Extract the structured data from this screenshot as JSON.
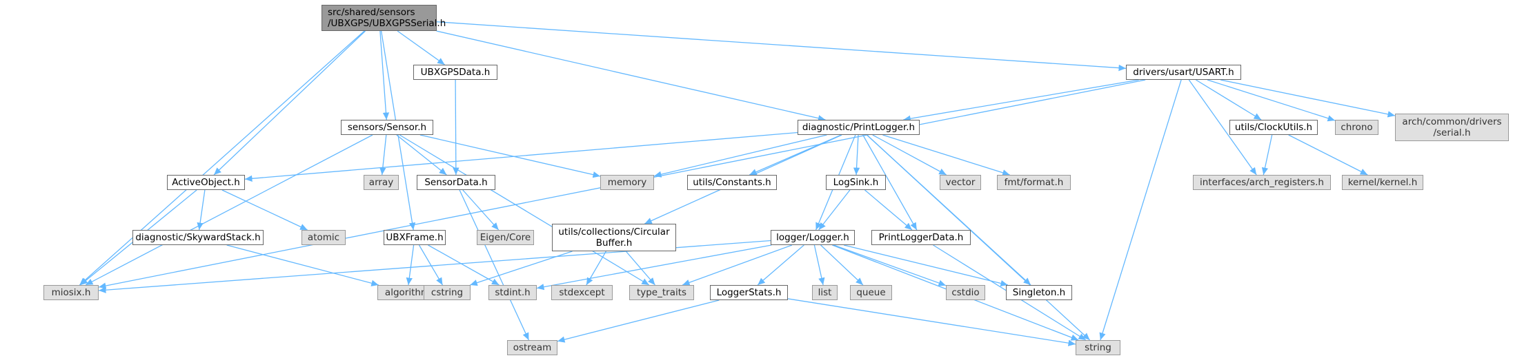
{
  "diagram": {
    "edge_color": "#63b8ff",
    "node_border": "#666666",
    "root_fill": "#999999",
    "external_fill": "#e0e0e0",
    "nodes": [
      {
        "id": "root",
        "lines": [
          "src/shared/sensors",
          "/UBXGPS/UBXGPSSerial.h"
        ],
        "kind": "root"
      },
      {
        "id": "ubxgpsdata",
        "lines": [
          "UBXGPSData.h"
        ],
        "kind": "file"
      },
      {
        "id": "usart",
        "lines": [
          "drivers/usart/USART.h"
        ],
        "kind": "file"
      },
      {
        "id": "sensor",
        "lines": [
          "sensors/Sensor.h"
        ],
        "kind": "file"
      },
      {
        "id": "printlogger",
        "lines": [
          "diagnostic/PrintLogger.h"
        ],
        "kind": "file"
      },
      {
        "id": "clockutils",
        "lines": [
          "utils/ClockUtils.h"
        ],
        "kind": "file"
      },
      {
        "id": "chrono",
        "lines": [
          "chrono"
        ],
        "kind": "external"
      },
      {
        "id": "archserial",
        "lines": [
          "arch/common/drivers",
          "/serial.h"
        ],
        "kind": "external"
      },
      {
        "id": "activeobject",
        "lines": [
          "ActiveObject.h"
        ],
        "kind": "file"
      },
      {
        "id": "array",
        "lines": [
          "array"
        ],
        "kind": "external"
      },
      {
        "id": "sensordata",
        "lines": [
          "SensorData.h"
        ],
        "kind": "file"
      },
      {
        "id": "memory",
        "lines": [
          "memory"
        ],
        "kind": "external"
      },
      {
        "id": "constants",
        "lines": [
          "utils/Constants.h"
        ],
        "kind": "file"
      },
      {
        "id": "logsink",
        "lines": [
          "LogSink.h"
        ],
        "kind": "file"
      },
      {
        "id": "vector",
        "lines": [
          "vector"
        ],
        "kind": "external"
      },
      {
        "id": "fmtformat",
        "lines": [
          "fmt/format.h"
        ],
        "kind": "external"
      },
      {
        "id": "archregs",
        "lines": [
          "interfaces/arch_registers.h"
        ],
        "kind": "external"
      },
      {
        "id": "kernel",
        "lines": [
          "kernel/kernel.h"
        ],
        "kind": "external"
      },
      {
        "id": "skyward",
        "lines": [
          "diagnostic/SkywardStack.h"
        ],
        "kind": "file"
      },
      {
        "id": "atomic",
        "lines": [
          "atomic"
        ],
        "kind": "external"
      },
      {
        "id": "eigen",
        "lines": [
          "Eigen/Core"
        ],
        "kind": "external"
      },
      {
        "id": "ubxframe",
        "lines": [
          "UBXFrame.h"
        ],
        "kind": "file"
      },
      {
        "id": "circular",
        "lines": [
          "utils/collections/Circular",
          "Buffer.h"
        ],
        "kind": "file"
      },
      {
        "id": "logger",
        "lines": [
          "logger/Logger.h"
        ],
        "kind": "file"
      },
      {
        "id": "printloggerdata",
        "lines": [
          "PrintLoggerData.h"
        ],
        "kind": "file"
      },
      {
        "id": "miosix",
        "lines": [
          "miosix.h"
        ],
        "kind": "external"
      },
      {
        "id": "algorithm",
        "lines": [
          "algorithm"
        ],
        "kind": "external"
      },
      {
        "id": "cstring",
        "lines": [
          "cstring"
        ],
        "kind": "external"
      },
      {
        "id": "stdint",
        "lines": [
          "stdint.h"
        ],
        "kind": "external"
      },
      {
        "id": "stdexcept",
        "lines": [
          "stdexcept"
        ],
        "kind": "external"
      },
      {
        "id": "typetraits",
        "lines": [
          "type_traits"
        ],
        "kind": "external"
      },
      {
        "id": "loggerstats",
        "lines": [
          "LoggerStats.h"
        ],
        "kind": "file"
      },
      {
        "id": "list",
        "lines": [
          "list"
        ],
        "kind": "external"
      },
      {
        "id": "queue",
        "lines": [
          "queue"
        ],
        "kind": "external"
      },
      {
        "id": "cstdio",
        "lines": [
          "cstdio"
        ],
        "kind": "external"
      },
      {
        "id": "singleton",
        "lines": [
          "Singleton.h"
        ],
        "kind": "file"
      },
      {
        "id": "ostream",
        "lines": [
          "ostream"
        ],
        "kind": "external"
      },
      {
        "id": "string",
        "lines": [
          "string"
        ],
        "kind": "external"
      }
    ],
    "edges": [
      [
        "root",
        "ubxgpsdata"
      ],
      [
        "root",
        "usart"
      ],
      [
        "root",
        "sensor"
      ],
      [
        "root",
        "printlogger"
      ],
      [
        "root",
        "activeobject"
      ],
      [
        "root",
        "miosix"
      ],
      [
        "root",
        "ubxframe"
      ],
      [
        "ubxgpsdata",
        "sensordata"
      ],
      [
        "usart",
        "printlogger"
      ],
      [
        "usart",
        "miosix"
      ],
      [
        "usart",
        "clockutils"
      ],
      [
        "usart",
        "chrono"
      ],
      [
        "usart",
        "archserial"
      ],
      [
        "usart",
        "archregs"
      ],
      [
        "usart",
        "string"
      ],
      [
        "sensor",
        "array"
      ],
      [
        "sensor",
        "sensordata"
      ],
      [
        "sensor",
        "memory"
      ],
      [
        "sensor",
        "miosix"
      ],
      [
        "sensor",
        "typetraits"
      ],
      [
        "printlogger",
        "activeobject"
      ],
      [
        "printlogger",
        "memory"
      ],
      [
        "printlogger",
        "constants"
      ],
      [
        "printlogger",
        "logsink"
      ],
      [
        "printlogger",
        "vector"
      ],
      [
        "printlogger",
        "fmtformat"
      ],
      [
        "printlogger",
        "circular"
      ],
      [
        "printlogger",
        "logger"
      ],
      [
        "printlogger",
        "printloggerdata"
      ],
      [
        "printlogger",
        "singleton"
      ],
      [
        "printlogger",
        "string"
      ],
      [
        "clockutils",
        "archregs"
      ],
      [
        "clockutils",
        "kernel"
      ],
      [
        "activeobject",
        "skyward"
      ],
      [
        "activeobject",
        "atomic"
      ],
      [
        "activeobject",
        "miosix"
      ],
      [
        "sensordata",
        "eigen"
      ],
      [
        "sensordata",
        "ostream"
      ],
      [
        "logsink",
        "logger"
      ],
      [
        "logsink",
        "printloggerdata"
      ],
      [
        "skyward",
        "algorithm"
      ],
      [
        "ubxframe",
        "algorithm"
      ],
      [
        "ubxframe",
        "cstring"
      ],
      [
        "ubxframe",
        "stdint"
      ],
      [
        "circular",
        "cstring"
      ],
      [
        "circular",
        "stdexcept"
      ],
      [
        "circular",
        "typetraits"
      ],
      [
        "logger",
        "miosix"
      ],
      [
        "logger",
        "stdint"
      ],
      [
        "logger",
        "typetraits"
      ],
      [
        "logger",
        "loggerstats"
      ],
      [
        "logger",
        "list"
      ],
      [
        "logger",
        "queue"
      ],
      [
        "logger",
        "cstdio"
      ],
      [
        "logger",
        "singleton"
      ],
      [
        "logger",
        "string"
      ],
      [
        "printloggerdata",
        "string"
      ],
      [
        "loggerstats",
        "ostream"
      ],
      [
        "loggerstats",
        "string"
      ]
    ]
  }
}
